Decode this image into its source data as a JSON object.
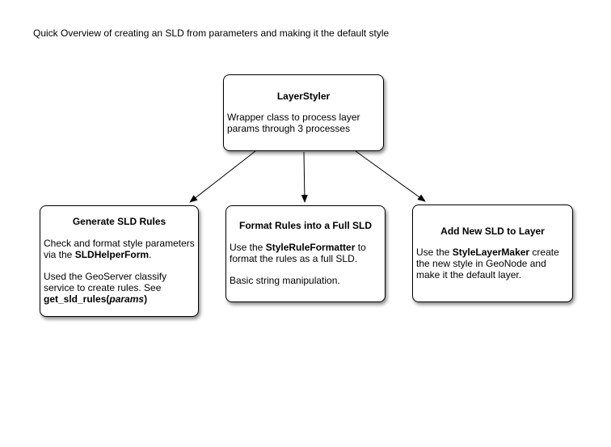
{
  "page_title": "Quick Overview of creating an SLD from parameters and making it the default style",
  "nodes": {
    "layer_styler": {
      "title": "LayerStyler",
      "desc": "Wrapper class to process layer params through 3 processes"
    },
    "generate_sld_rules": {
      "title": "Generate SLD Rules",
      "p1_text": "Check and format style parameters via the ",
      "p1_bold": "SLDHelperForm",
      "p1_end": ".",
      "p2_text": "Used the GeoServer classify service to create rules. See ",
      "p2_bold": "get_sld_rules(",
      "p2_bold_italic": "params",
      "p2_bold_end": ")"
    },
    "format_rules": {
      "title": "Format Rules into a Full SLD",
      "p1_text": "Use the ",
      "p1_bold": "StyleRuleFormatter",
      "p1_end": " to format the rules as a full SLD.",
      "p2_text": "Basic string manipulation."
    },
    "add_new_sld": {
      "title": "Add New SLD to Layer",
      "p1_text": "Use the ",
      "p1_bold": "StyleLayerMaker",
      "p1_end": " create the new style in GeoNode and make it the default layer."
    }
  },
  "edges": [
    {
      "from": "LayerStyler",
      "to": "Generate SLD Rules"
    },
    {
      "from": "LayerStyler",
      "to": "Format Rules into a Full SLD"
    },
    {
      "from": "LayerStyler",
      "to": "Add New SLD to Layer"
    }
  ]
}
